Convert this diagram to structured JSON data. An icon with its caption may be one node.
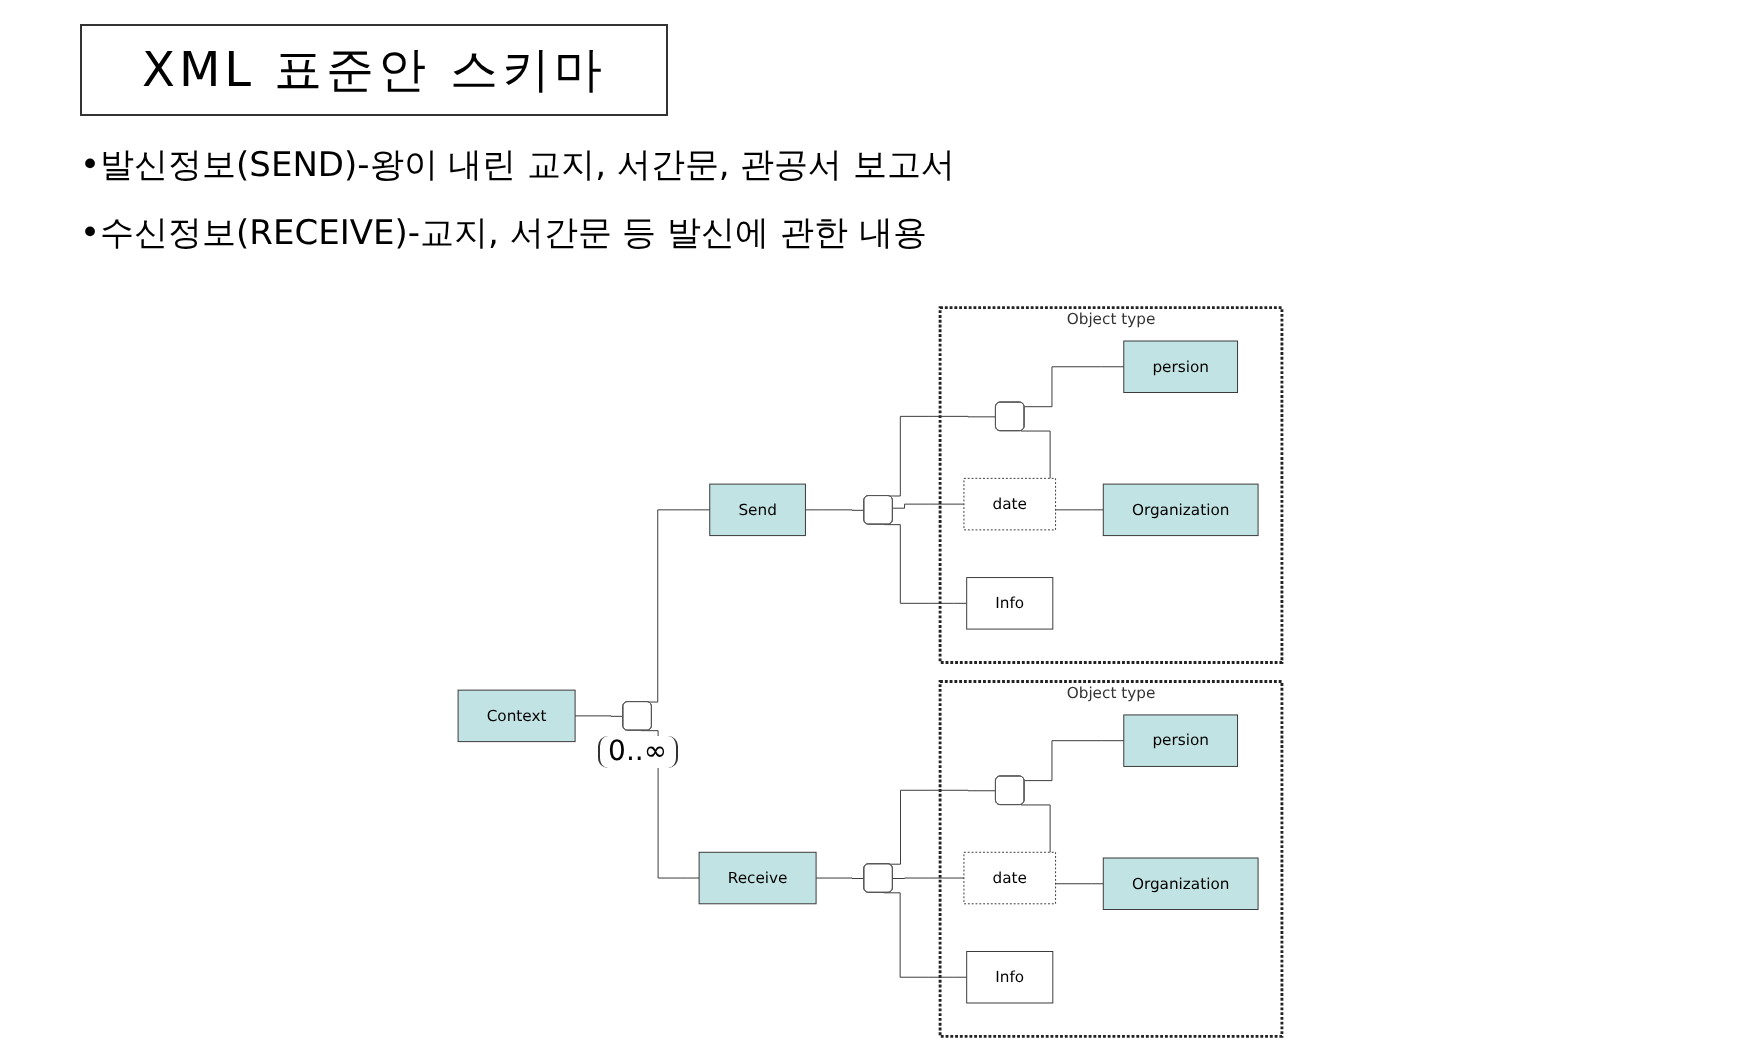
{
  "diagram": {
    "title": "XML 표준안 스키마",
    "nodes": [
      {
        "text": [
          "Context"
        ]
      },
      {
        "text": [],
        "shape": "box",
        "beside": [
          "0..∞"
        ]
      },
      {
        "text": [
          "Send"
        ]
      },
      {
        "text": [],
        "shape": "box"
      },
      {
        "text": [
          "Object type"
        ]
      },
      {
        "text": [],
        "shape": "box",
        "in": 4
      },
      {
        "text": [
          "persion"
        ],
        "in": 4
      },
      {
        "text": [
          "Organization"
        ],
        "in": 4
      },
      {
        "text": [
          "date"
        ],
        "in": 4
      },
      {
        "text": [
          "Info"
        ],
        "in": 4
      },
      {
        "text": [
          "Receive"
        ]
      },
      {
        "text": [],
        "shape": "box"
      },
      {
        "text": [
          "Object type"
        ]
      },
      {
        "text": [],
        "shape": "box",
        "in": 12
      },
      {
        "text": [
          "persion"
        ],
        "in": 12
      },
      {
        "text": [
          "Organization"
        ],
        "in": 12
      },
      {
        "text": [
          "date"
        ],
        "in": 12
      },
      {
        "text": [
          "Info"
        ],
        "in": 12
      }
    ],
    "edges": [
      {
        "from": 0,
        "to": 1,
        "arrow": "none"
      },
      {
        "from": 1,
        "to": 2,
        "arrow": "none"
      },
      {
        "from": 1,
        "to": 10,
        "arrow": "none"
      },
      {
        "from": 2,
        "to": 3,
        "arrow": "none"
      },
      {
        "from": 3,
        "to": 5,
        "arrow": "none"
      },
      {
        "from": 3,
        "to": 8,
        "arrow": "none"
      },
      {
        "from": 3,
        "to": 9,
        "arrow": "none"
      },
      {
        "from": 5,
        "to": 6,
        "arrow": "none"
      },
      {
        "from": 5,
        "to": 7,
        "arrow": "none"
      },
      {
        "from": 10,
        "to": 11,
        "arrow": "none"
      },
      {
        "from": 11,
        "to": 13,
        "arrow": "none"
      },
      {
        "from": 11,
        "to": 16,
        "arrow": "none"
      },
      {
        "from": 11,
        "to": 17,
        "arrow": "none"
      },
      {
        "from": 13,
        "to": 14,
        "arrow": "none"
      },
      {
        "from": 13,
        "to": 15,
        "arrow": "none"
      }
    ],
    "labels": [
      "•발신정보(SEND)-왕이 내린 교지, 서간문, 관공서 보고서",
      "•수신정보(RECEIVE)-교지, 서간문 등 발신에 관한 내용"
    ]
  }
}
